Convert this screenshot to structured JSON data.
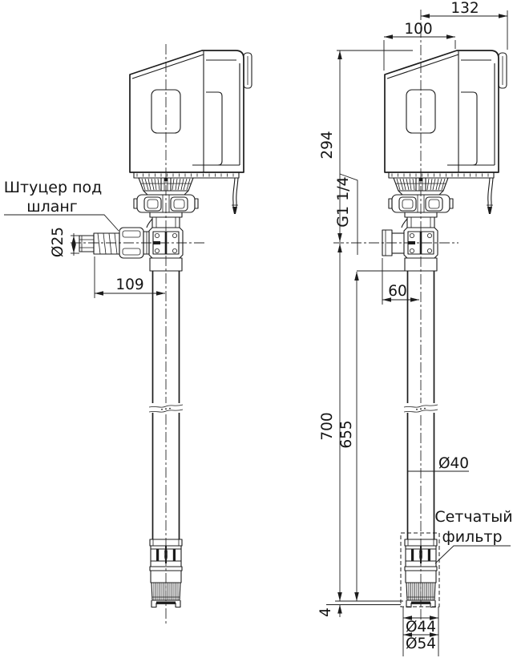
{
  "drawing": {
    "title_semantic": "drum-pump two-view dimensional drawing",
    "colors": {
      "line": "#1c1c1c",
      "background": "#ffffff"
    },
    "labels": {
      "hose_fitting_l1": "Штуцер под",
      "hose_fitting_l2": "шланг",
      "strainer_l1": "Сетчатый",
      "strainer_l2": "фильтр",
      "thread": "G1 1/4"
    },
    "dims": {
      "hose_od": "Ø25",
      "outlet_offset": "109",
      "head_total_width": "132",
      "motor_width": "100",
      "head_height": "294",
      "outlet_length": "60",
      "immersion_total": "700",
      "tube_length": "655",
      "bottom_gap": "4",
      "tube_od": "Ø40",
      "strainer_inner_dia": "Ø44",
      "strainer_outer_dia": "Ø54"
    }
  }
}
